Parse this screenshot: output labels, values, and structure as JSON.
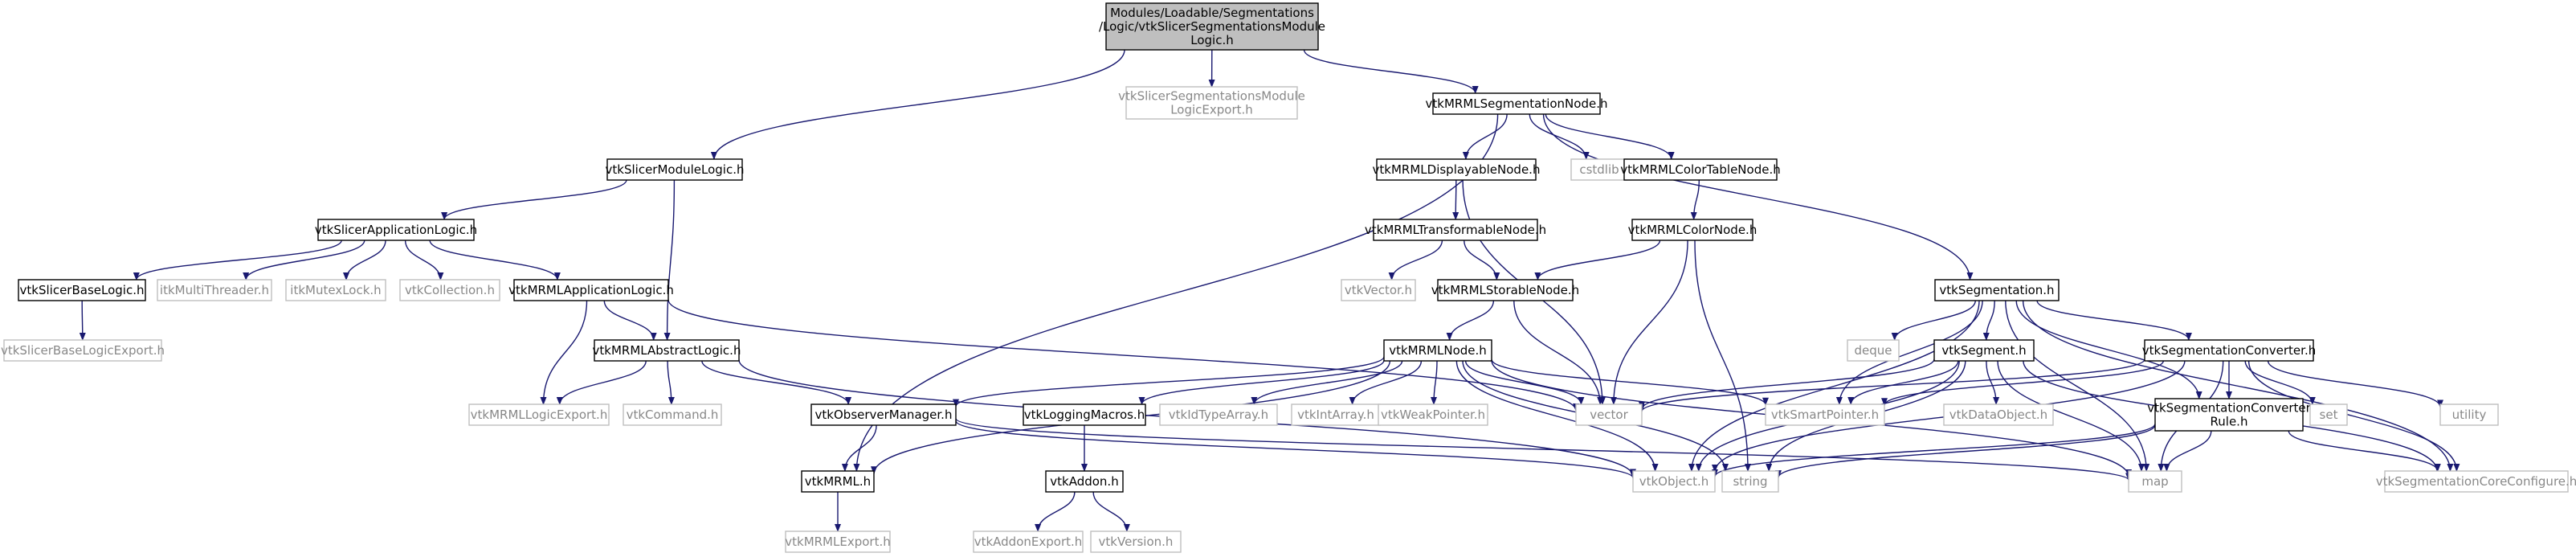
{
  "diagram": {
    "type": "include-dependency-graph",
    "colors": {
      "root_fill": "#bfbfbf",
      "root_stroke": "#000000",
      "node_stroke": "#000000",
      "external_stroke": "#bfbfbf",
      "edge": "#191970"
    },
    "nodes": [
      {
        "id": "root",
        "kind": "root",
        "lines": [
          "Modules/Loadable/Segmentations",
          "/Logic/vtkSlicerSegmentationsModule",
          "Logic.h"
        ]
      },
      {
        "id": "slicer_module_logic",
        "kind": "local",
        "lines": [
          "vtkSlicerModuleLogic.h"
        ]
      },
      {
        "id": "seg_logic_export",
        "kind": "external",
        "lines": [
          "vtkSlicerSegmentationsModule",
          "LogicExport.h"
        ]
      },
      {
        "id": "mrml_seg_node",
        "kind": "local",
        "lines": [
          "vtkMRMLSegmentationNode.h"
        ]
      },
      {
        "id": "slicer_app_logic",
        "kind": "local",
        "lines": [
          "vtkSlicerApplicationLogic.h"
        ]
      },
      {
        "id": "mrml_displayable",
        "kind": "local",
        "lines": [
          "vtkMRMLDisplayableNode.h"
        ]
      },
      {
        "id": "cstdlib",
        "kind": "external",
        "lines": [
          "cstdlib"
        ]
      },
      {
        "id": "mrml_colortable",
        "kind": "local",
        "lines": [
          "vtkMRMLColorTableNode.h"
        ]
      },
      {
        "id": "mrml_transformable",
        "kind": "local",
        "lines": [
          "vtkMRMLTransformableNode.h"
        ]
      },
      {
        "id": "mrml_colornode",
        "kind": "local",
        "lines": [
          "vtkMRMLColorNode.h"
        ]
      },
      {
        "id": "slicer_base_logic",
        "kind": "local",
        "lines": [
          "vtkSlicerBaseLogic.h"
        ]
      },
      {
        "id": "itk_multithreader",
        "kind": "external",
        "lines": [
          "itkMultiThreader.h"
        ]
      },
      {
        "id": "itk_mutexlock",
        "kind": "external",
        "lines": [
          "itkMutexLock.h"
        ]
      },
      {
        "id": "vtk_collection",
        "kind": "external",
        "lines": [
          "vtkCollection.h"
        ]
      },
      {
        "id": "mrml_app_logic",
        "kind": "local",
        "lines": [
          "vtkMRMLApplicationLogic.h"
        ]
      },
      {
        "id": "vtk_vector",
        "kind": "external",
        "lines": [
          "vtkVector.h"
        ]
      },
      {
        "id": "mrml_storable",
        "kind": "local",
        "lines": [
          "vtkMRMLStorableNode.h"
        ]
      },
      {
        "id": "vtk_segmentation",
        "kind": "local",
        "lines": [
          "vtkSegmentation.h"
        ]
      },
      {
        "id": "slicer_base_logic_export",
        "kind": "external",
        "lines": [
          "vtkSlicerBaseLogicExport.h"
        ]
      },
      {
        "id": "mrml_abstract_logic",
        "kind": "local",
        "lines": [
          "vtkMRMLAbstractLogic.h"
        ]
      },
      {
        "id": "mrml_node",
        "kind": "local",
        "lines": [
          "vtkMRMLNode.h"
        ]
      },
      {
        "id": "deque",
        "kind": "external",
        "lines": [
          "deque"
        ]
      },
      {
        "id": "vtk_segment",
        "kind": "local",
        "lines": [
          "vtkSegment.h"
        ]
      },
      {
        "id": "seg_converter",
        "kind": "local",
        "lines": [
          "vtkSegmentationConverter.h"
        ]
      },
      {
        "id": "mrml_logic_export",
        "kind": "external",
        "lines": [
          "vtkMRMLLogicExport.h"
        ]
      },
      {
        "id": "vtk_command",
        "kind": "external",
        "lines": [
          "vtkCommand.h"
        ]
      },
      {
        "id": "observer_manager",
        "kind": "local",
        "lines": [
          "vtkObserverManager.h"
        ]
      },
      {
        "id": "logging_macros",
        "kind": "local",
        "lines": [
          "vtkLoggingMacros.h"
        ]
      },
      {
        "id": "idtype_array",
        "kind": "external",
        "lines": [
          "vtkIdTypeArray.h"
        ]
      },
      {
        "id": "int_array",
        "kind": "external",
        "lines": [
          "vtkIntArray.h"
        ]
      },
      {
        "id": "weak_pointer",
        "kind": "external",
        "lines": [
          "vtkWeakPointer.h"
        ]
      },
      {
        "id": "vector",
        "kind": "external",
        "lines": [
          "vector"
        ]
      },
      {
        "id": "smart_pointer",
        "kind": "external",
        "lines": [
          "vtkSmartPointer.h"
        ]
      },
      {
        "id": "data_object",
        "kind": "external",
        "lines": [
          "vtkDataObject.h"
        ]
      },
      {
        "id": "converter_rule",
        "kind": "local",
        "lines": [
          "vtkSegmentationConverter",
          "Rule.h"
        ]
      },
      {
        "id": "set",
        "kind": "external",
        "lines": [
          "set"
        ]
      },
      {
        "id": "utility",
        "kind": "external",
        "lines": [
          "utility"
        ]
      },
      {
        "id": "vtk_mrml",
        "kind": "local",
        "lines": [
          "vtkMRML.h"
        ]
      },
      {
        "id": "vtk_addon",
        "kind": "local",
        "lines": [
          "vtkAddon.h"
        ]
      },
      {
        "id": "vtk_object",
        "kind": "external",
        "lines": [
          "vtkObject.h"
        ]
      },
      {
        "id": "string",
        "kind": "external",
        "lines": [
          "string"
        ]
      },
      {
        "id": "map",
        "kind": "external",
        "lines": [
          "map"
        ]
      },
      {
        "id": "seg_core_configure",
        "kind": "external",
        "lines": [
          "vtkSegmentationCoreConfigure.h"
        ]
      },
      {
        "id": "mrml_export",
        "kind": "external",
        "lines": [
          "vtkMRMLExport.h"
        ]
      },
      {
        "id": "addon_export",
        "kind": "external",
        "lines": [
          "vtkAddonExport.h"
        ]
      },
      {
        "id": "vtk_version",
        "kind": "external",
        "lines": [
          "vtkVersion.h"
        ]
      }
    ],
    "edges": [
      [
        "root",
        "slicer_module_logic"
      ],
      [
        "root",
        "seg_logic_export"
      ],
      [
        "root",
        "mrml_seg_node"
      ],
      [
        "slicer_module_logic",
        "slicer_app_logic"
      ],
      [
        "slicer_module_logic",
        "mrml_abstract_logic"
      ],
      [
        "mrml_seg_node",
        "mrml_displayable"
      ],
      [
        "mrml_seg_node",
        "cstdlib"
      ],
      [
        "mrml_seg_node",
        "mrml_colortable"
      ],
      [
        "mrml_seg_node",
        "vtk_segmentation"
      ],
      [
        "mrml_seg_node",
        "vtk_mrml"
      ],
      [
        "slicer_app_logic",
        "slicer_base_logic"
      ],
      [
        "slicer_app_logic",
        "itk_multithreader"
      ],
      [
        "slicer_app_logic",
        "itk_mutexlock"
      ],
      [
        "slicer_app_logic",
        "vtk_collection"
      ],
      [
        "slicer_app_logic",
        "mrml_app_logic"
      ],
      [
        "slicer_base_logic",
        "slicer_base_logic_export"
      ],
      [
        "mrml_app_logic",
        "mrml_abstract_logic"
      ],
      [
        "mrml_app_logic",
        "mrml_logic_export"
      ],
      [
        "mrml_app_logic",
        "vector"
      ],
      [
        "mrml_abstract_logic",
        "mrml_logic_export"
      ],
      [
        "mrml_abstract_logic",
        "vtk_command"
      ],
      [
        "mrml_abstract_logic",
        "observer_manager"
      ],
      [
        "mrml_abstract_logic",
        "vtk_object"
      ],
      [
        "mrml_displayable",
        "mrml_transformable"
      ],
      [
        "mrml_displayable",
        "vector"
      ],
      [
        "mrml_colortable",
        "mrml_colornode"
      ],
      [
        "mrml_transformable",
        "vtk_vector"
      ],
      [
        "mrml_transformable",
        "mrml_storable"
      ],
      [
        "mrml_colornode",
        "mrml_storable"
      ],
      [
        "mrml_colornode",
        "vector"
      ],
      [
        "mrml_colornode",
        "string"
      ],
      [
        "mrml_storable",
        "mrml_node"
      ],
      [
        "mrml_storable",
        "vector"
      ],
      [
        "mrml_node",
        "observer_manager"
      ],
      [
        "mrml_node",
        "logging_macros"
      ],
      [
        "mrml_node",
        "idtype_array"
      ],
      [
        "mrml_node",
        "int_array"
      ],
      [
        "mrml_node",
        "weak_pointer"
      ],
      [
        "mrml_node",
        "vector"
      ],
      [
        "mrml_node",
        "smart_pointer"
      ],
      [
        "mrml_node",
        "vtk_mrml"
      ],
      [
        "mrml_node",
        "vtk_object"
      ],
      [
        "mrml_node",
        "string"
      ],
      [
        "mrml_node",
        "map"
      ],
      [
        "observer_manager",
        "vtk_mrml"
      ],
      [
        "observer_manager",
        "vtk_object"
      ],
      [
        "observer_manager",
        "map"
      ],
      [
        "logging_macros",
        "vtk_addon"
      ],
      [
        "vtk_mrml",
        "mrml_export"
      ],
      [
        "vtk_addon",
        "addon_export"
      ],
      [
        "vtk_addon",
        "vtk_version"
      ],
      [
        "vtk_segmentation",
        "deque"
      ],
      [
        "vtk_segmentation",
        "vtk_segment"
      ],
      [
        "vtk_segmentation",
        "seg_converter"
      ],
      [
        "vtk_segmentation",
        "converter_rule"
      ],
      [
        "vtk_segmentation",
        "smart_pointer"
      ],
      [
        "vtk_segmentation",
        "vtk_object"
      ],
      [
        "vtk_segmentation",
        "map"
      ],
      [
        "vtk_segmentation",
        "seg_core_configure"
      ],
      [
        "vtk_segment",
        "vector"
      ],
      [
        "vtk_segment",
        "smart_pointer"
      ],
      [
        "vtk_segment",
        "data_object"
      ],
      [
        "vtk_segment",
        "vtk_object"
      ],
      [
        "vtk_segment",
        "string"
      ],
      [
        "vtk_segment",
        "map"
      ],
      [
        "vtk_segment",
        "seg_core_configure"
      ],
      [
        "seg_converter",
        "vector"
      ],
      [
        "seg_converter",
        "smart_pointer"
      ],
      [
        "seg_converter",
        "converter_rule"
      ],
      [
        "seg_converter",
        "set"
      ],
      [
        "seg_converter",
        "utility"
      ],
      [
        "seg_converter",
        "vtk_object"
      ],
      [
        "seg_converter",
        "map"
      ],
      [
        "seg_converter",
        "seg_core_configure"
      ],
      [
        "converter_rule",
        "vtk_object"
      ],
      [
        "converter_rule",
        "string"
      ],
      [
        "converter_rule",
        "map"
      ],
      [
        "converter_rule",
        "seg_core_configure"
      ]
    ]
  }
}
